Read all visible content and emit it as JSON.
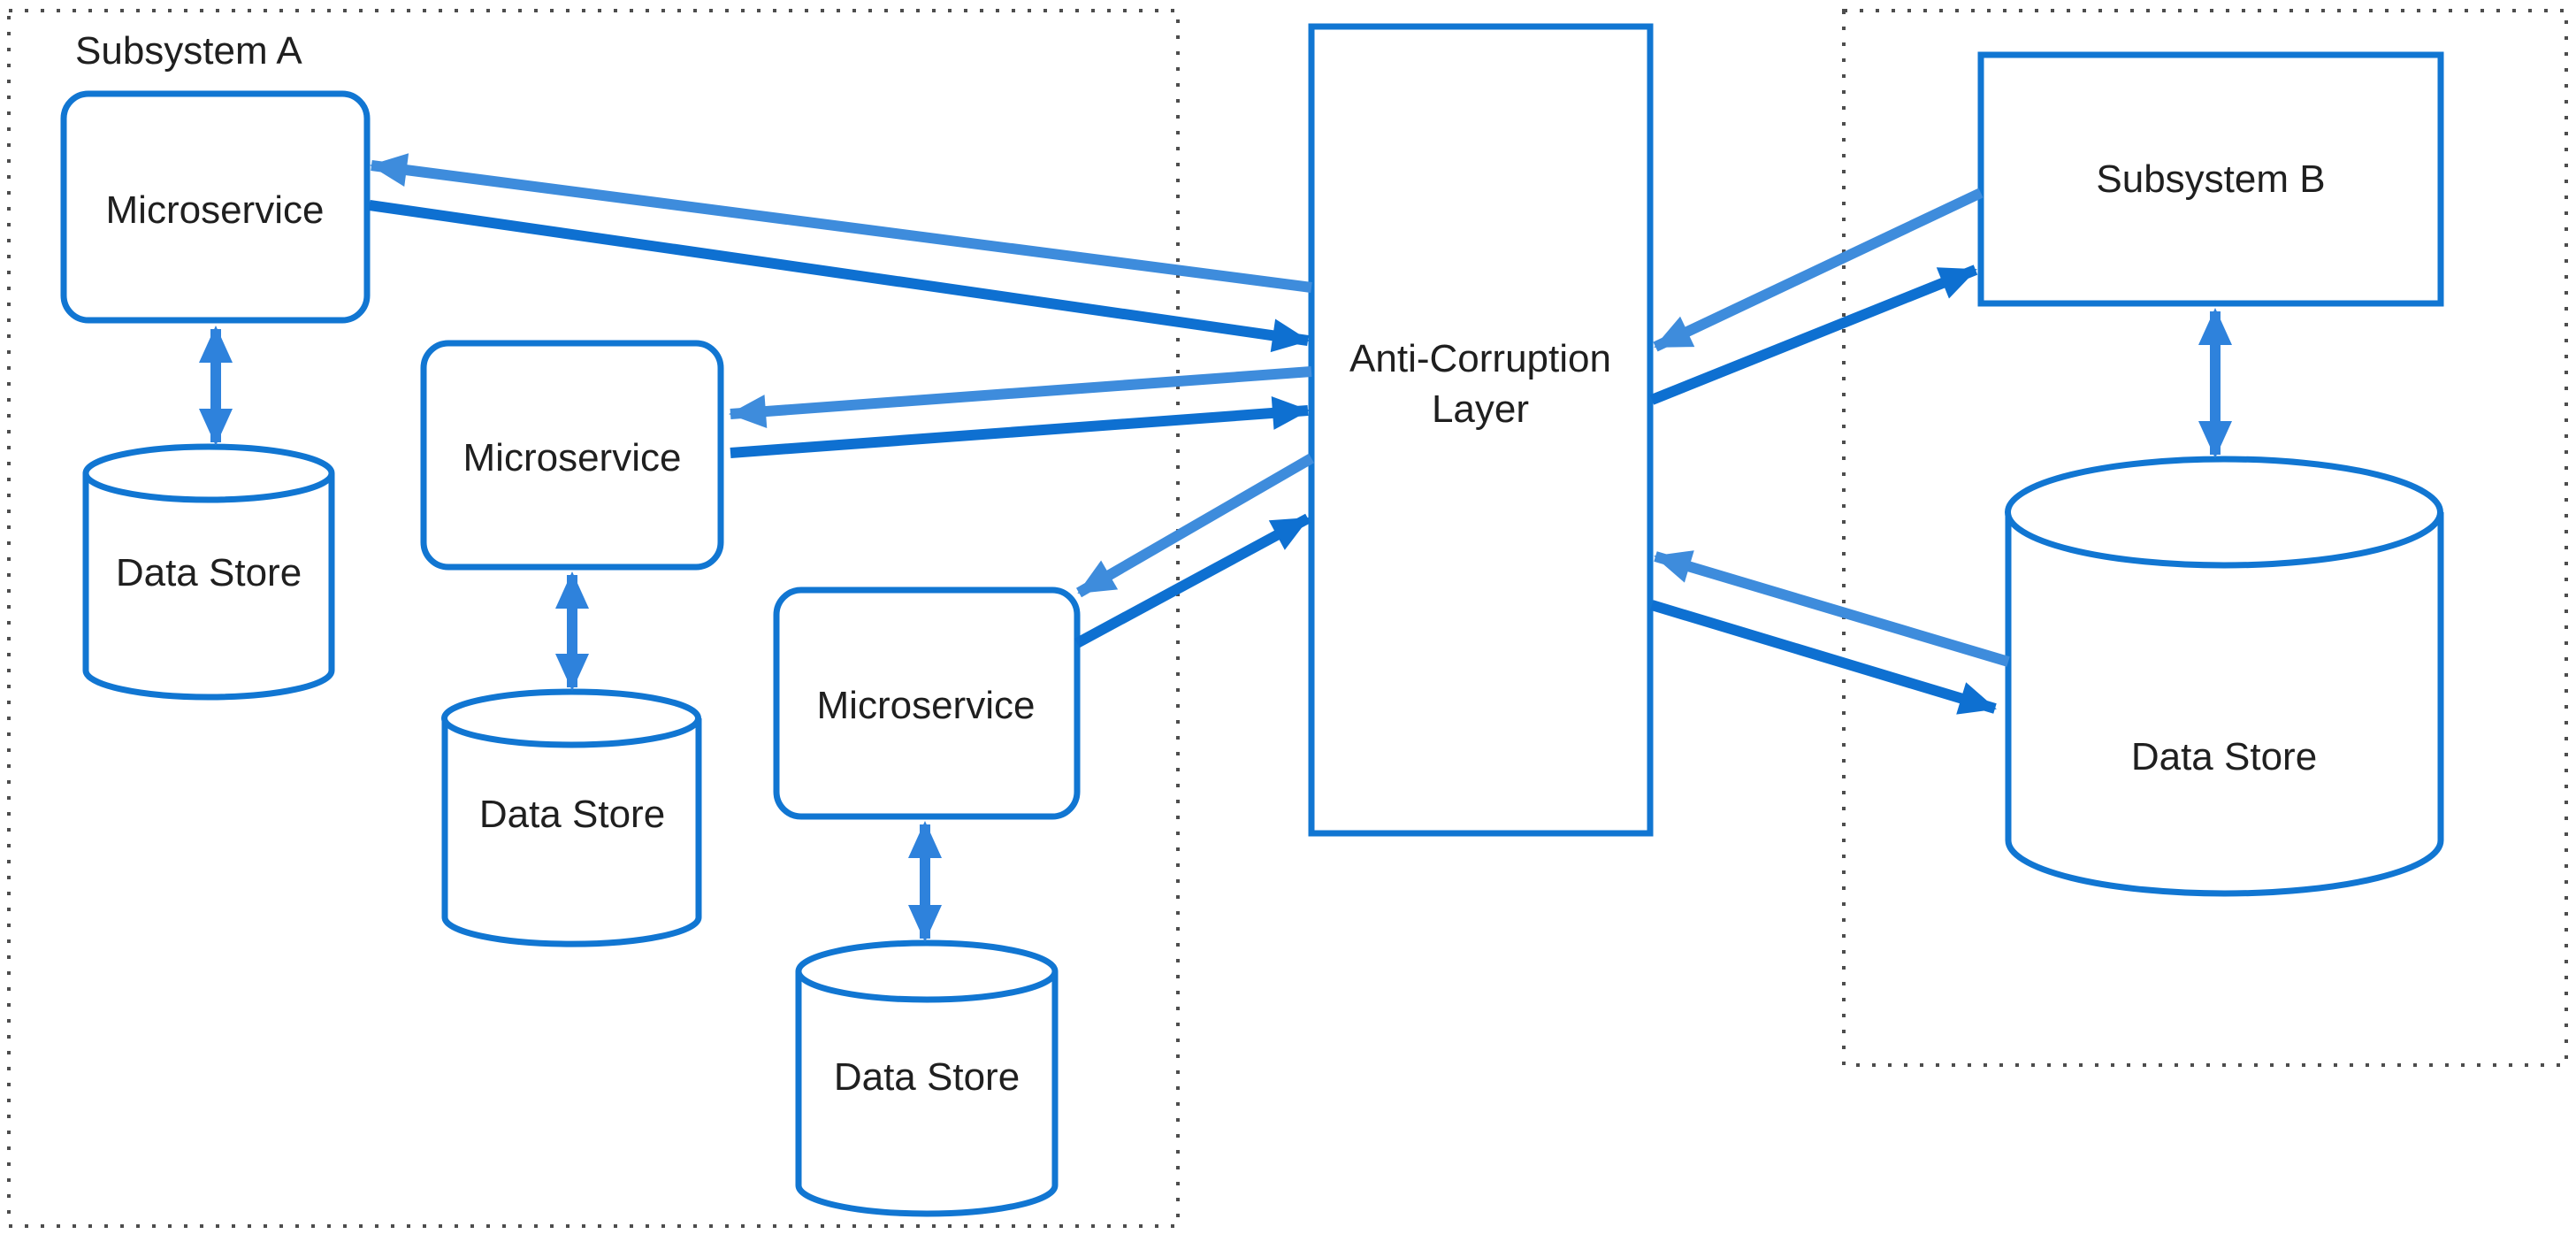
{
  "colors": {
    "background": "#FFFFFF",
    "node_border": "#1176D2",
    "node_fill": "#FFFFFF",
    "arrow_light": "#3E8CDC",
    "arrow_dark": "#0E70D1",
    "connector_blue": "#2E82DC",
    "boundary_gray": "#4D4D4D",
    "text": "#1F1F1F"
  },
  "subsystem_a": {
    "label": "Subsystem A",
    "microservice_1": "Microservice",
    "microservice_2": "Microservice",
    "microservice_3": "Microservice",
    "data_store_1": "Data Store",
    "data_store_2": "Data Store",
    "data_store_3": "Data Store"
  },
  "acl": {
    "label_line1": "Anti-Corruption",
    "label_line2": "Layer"
  },
  "subsystem_b": {
    "label": "Subsystem B",
    "data_store": "Data Store"
  },
  "connections": [
    {
      "from": "anti-corruption-layer",
      "to": "microservice-1",
      "style": "light"
    },
    {
      "from": "microservice-1",
      "to": "anti-corruption-layer",
      "style": "dark"
    },
    {
      "from": "anti-corruption-layer",
      "to": "microservice-2",
      "style": "light"
    },
    {
      "from": "microservice-2",
      "to": "anti-corruption-layer",
      "style": "dark"
    },
    {
      "from": "anti-corruption-layer",
      "to": "microservice-3",
      "style": "light"
    },
    {
      "from": "microservice-3",
      "to": "anti-corruption-layer",
      "style": "dark"
    },
    {
      "from": "subsystem-b",
      "to": "anti-corruption-layer",
      "style": "light"
    },
    {
      "from": "anti-corruption-layer",
      "to": "subsystem-b",
      "style": "dark"
    },
    {
      "from": "subsystem-b-data-store",
      "to": "anti-corruption-layer",
      "style": "light"
    },
    {
      "from": "anti-corruption-layer",
      "to": "subsystem-b-data-store",
      "style": "dark"
    },
    {
      "from": "microservice-1",
      "to": "data-store-1",
      "style": "bidirectional"
    },
    {
      "from": "microservice-2",
      "to": "data-store-2",
      "style": "bidirectional"
    },
    {
      "from": "microservice-3",
      "to": "data-store-3",
      "style": "bidirectional"
    },
    {
      "from": "subsystem-b",
      "to": "subsystem-b-data-store",
      "style": "bidirectional"
    }
  ]
}
